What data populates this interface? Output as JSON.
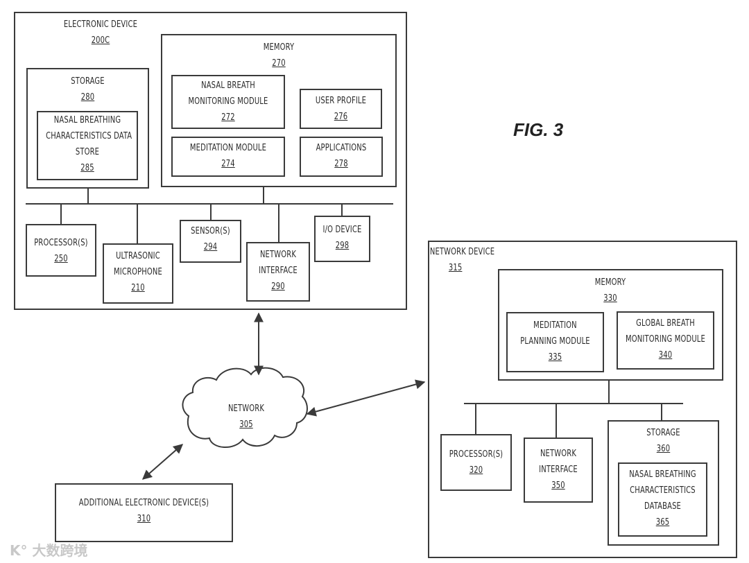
{
  "figure_label": "FIG. 3",
  "watermark": "K° 大数跨境",
  "electronic_device": {
    "title": "ELECTRONIC DEVICE",
    "ref": "200C",
    "storage": {
      "title": "STORAGE",
      "ref": "280",
      "data_store": {
        "lines": [
          "NASAL BREATHING",
          "CHARACTERISTICS DATA",
          "STORE"
        ],
        "ref": "285"
      }
    },
    "memory": {
      "title": "MEMORY",
      "ref": "270",
      "modules": [
        {
          "lines": [
            "NASAL BREATH",
            "MONITORING MODULE"
          ],
          "ref": "272"
        },
        {
          "lines": [
            "USER PROFILE"
          ],
          "ref": "276"
        },
        {
          "lines": [
            "MEDITATION MODULE"
          ],
          "ref": "274"
        },
        {
          "lines": [
            "APPLICATIONS"
          ],
          "ref": "278"
        }
      ]
    },
    "components": [
      {
        "lines": [
          "PROCESSOR(S)"
        ],
        "ref": "250"
      },
      {
        "lines": [
          "ULTRASONIC",
          "MICROPHONE"
        ],
        "ref": "210"
      },
      {
        "lines": [
          "SENSOR(S)"
        ],
        "ref": "294"
      },
      {
        "lines": [
          "NETWORK",
          "INTERFACE"
        ],
        "ref": "290"
      },
      {
        "lines": [
          "I/O DEVICE"
        ],
        "ref": "298"
      }
    ]
  },
  "network": {
    "title": "NETWORK",
    "ref": "305"
  },
  "additional_device": {
    "title": "ADDITIONAL ELECTRONIC DEVICE(S)",
    "ref": "310"
  },
  "network_device": {
    "title": "NETWORK DEVICE",
    "ref": "315",
    "memory": {
      "title": "MEMORY",
      "ref": "330",
      "modules": [
        {
          "lines": [
            "MEDITATION",
            "PLANNING MODULE"
          ],
          "ref": "335"
        },
        {
          "lines": [
            "GLOBAL BREATH",
            "MONITORING MODULE"
          ],
          "ref": "340"
        }
      ]
    },
    "components": [
      {
        "lines": [
          "PROCESSOR(S)"
        ],
        "ref": "320"
      },
      {
        "lines": [
          "NETWORK",
          "INTERFACE"
        ],
        "ref": "350"
      }
    ],
    "storage": {
      "title": "STORAGE",
      "ref": "360",
      "database": {
        "lines": [
          "NASAL BREATHING",
          "CHARACTERISTICS",
          "DATABASE"
        ],
        "ref": "365"
      }
    }
  }
}
